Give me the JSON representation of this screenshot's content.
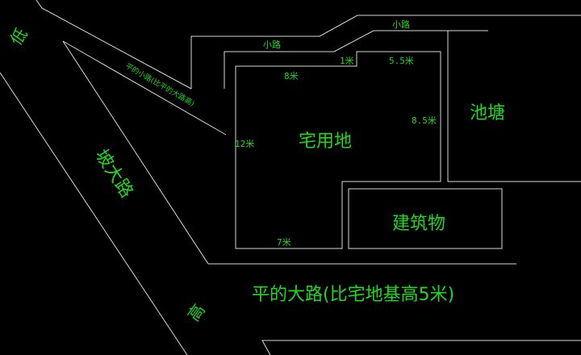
{
  "labels": {
    "low": "低",
    "slope_road": "坡大路",
    "high": "高",
    "small_slope_road": "平的小路(比平的大路高)",
    "small_road_1": "小路",
    "small_road_2": "小路",
    "dim_1m": "1米",
    "dim_8m": "8米",
    "dim_5_5m": "5.5米",
    "dim_8_5m": "8.5米",
    "dim_12m": "12米",
    "dim_7m": "7米",
    "homestead": "宅用地",
    "pond": "池塘",
    "building": "建筑物",
    "flat_road": "平的大路(比宅地基高5米)"
  },
  "colors": {
    "line": "#d8d8d8",
    "text": "#1fd81f",
    "background": "#000000"
  }
}
